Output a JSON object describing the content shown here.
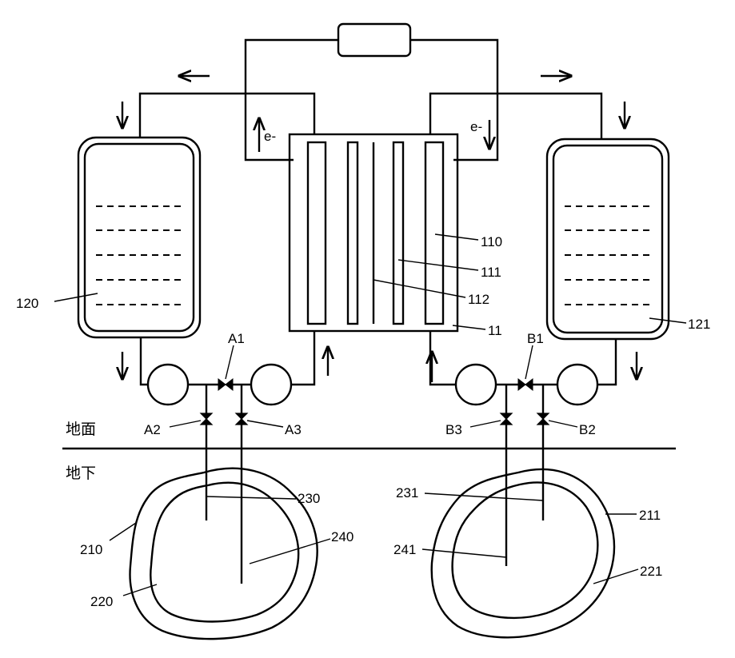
{
  "labels": {
    "stack": "11",
    "electrode_110": "110",
    "electrode_111": "111",
    "electrode_112": "112",
    "tank_left": "120",
    "tank_right": "121",
    "valve_a1": "A1",
    "valve_a2": "A2",
    "valve_a3": "A3",
    "valve_b1": "B1",
    "valve_b2": "B2",
    "valve_b3": "B3",
    "cavern_outer_left": "210",
    "cavern_inner_left": "220",
    "cavern_outer_right": "211",
    "cavern_inner_right": "221",
    "pipe_230": "230",
    "pipe_231": "231",
    "pipe_240": "240",
    "pipe_241": "241",
    "electron_left": "e-",
    "electron_right": "e-",
    "ground_above": "地面",
    "ground_below": "地下"
  }
}
